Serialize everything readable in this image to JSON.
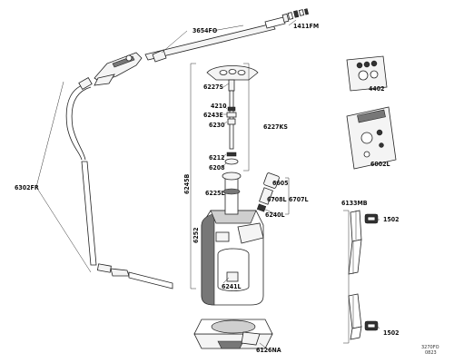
{
  "parts": {
    "p3654FO": "3654FO",
    "p1411FM": "1411FM",
    "p6302FR": "6302FR",
    "p6227S": "6227S",
    "p4210": "4210",
    "p6243E": "6243E",
    "p6230": "6230",
    "p6227KS": "6227KS",
    "p6212": "6212",
    "p6208": "6208",
    "p6245B": "6245B",
    "p6225L": "6225L",
    "p6605": "6605",
    "p6708L": "6708L",
    "p6707L": "6707L",
    "p6240L": "6240L",
    "p6252": "6252",
    "p6241L": "6241L",
    "p6126NA": "6126NA",
    "p4402": "4402",
    "p6002L": "6002L",
    "p6133MB": "6133MB",
    "p1502a": "1502",
    "p1502b": "1502"
  },
  "reference": {
    "code": "3270FO",
    "revision": "0823"
  }
}
